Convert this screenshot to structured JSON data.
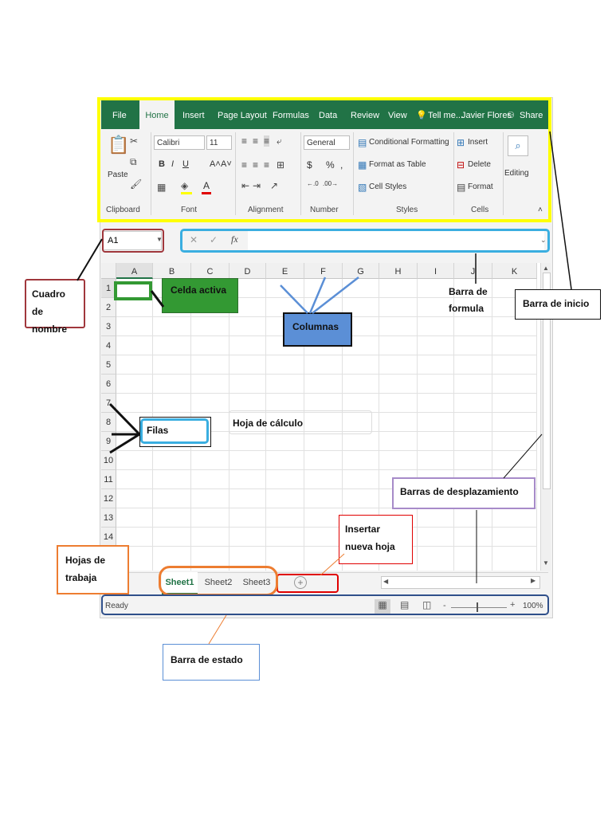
{
  "ribbon_tabs": [
    "File",
    "Home",
    "Insert",
    "Page Layout",
    "Formulas",
    "Data",
    "Review",
    "View",
    "Tell me...",
    "Javier Flores",
    "Share"
  ],
  "ribbon": {
    "paste_label": "Paste",
    "font_name": "Calibri",
    "font_size": "11",
    "number_format": "General",
    "conditional_formatting": "Conditional Formatting",
    "format_as_table": "Format as Table",
    "cell_styles": "Cell Styles",
    "insert": "Insert",
    "delete": "Delete",
    "format": "Format",
    "editing": "Editing",
    "groups": [
      "Clipboard",
      "Font",
      "Alignment",
      "Number",
      "Styles",
      "Cells"
    ]
  },
  "formula_bar": {
    "name_box_value": "A1",
    "fx_label": "fx",
    "cancel_glyph": "✕",
    "enter_glyph": "✓",
    "formula_value": ""
  },
  "grid": {
    "columns": [
      "A",
      "B",
      "C",
      "D",
      "E",
      "F",
      "G",
      "H",
      "I",
      "J",
      "K"
    ],
    "rows": [
      "1",
      "2",
      "3",
      "4",
      "5",
      "6",
      "7",
      "8",
      "9",
      "10",
      "11",
      "12",
      "13",
      "14"
    ]
  },
  "sheets": {
    "tabs": [
      "Sheet1",
      "Sheet2",
      "Sheet3"
    ],
    "active": "Sheet1",
    "add_glyph": "+"
  },
  "status": {
    "text": "Ready",
    "zoom": "100%"
  },
  "annotations": {
    "cuadro_de_nombre": "Cuadro de nombre",
    "celda_activa": "Celda activa",
    "columnas": "Columnas",
    "barra_de_formula": "Barra de formula",
    "barra_de_inicio": "Barra de inicio",
    "filas": "Filas",
    "hoja_de_calculo": "Hoja de  cálculo",
    "barras_de_desplazamiento": "Barras de desplazamiento",
    "insertar_nueva_hoja": "Insertar nueva hoja",
    "hojas_de_trabaja": "Hojas de trabaja",
    "barra_de_estado": "Barra de estado"
  },
  "colors": {
    "excel_green": "#217346",
    "highlight_yellow": "#ffff00",
    "callout_green": "#339933",
    "callout_blue": "#5b8fd6",
    "name_box_outline": "#a0373c",
    "orange": "#ed7d31",
    "red": "#e00000",
    "navy": "#2f4f8a"
  }
}
